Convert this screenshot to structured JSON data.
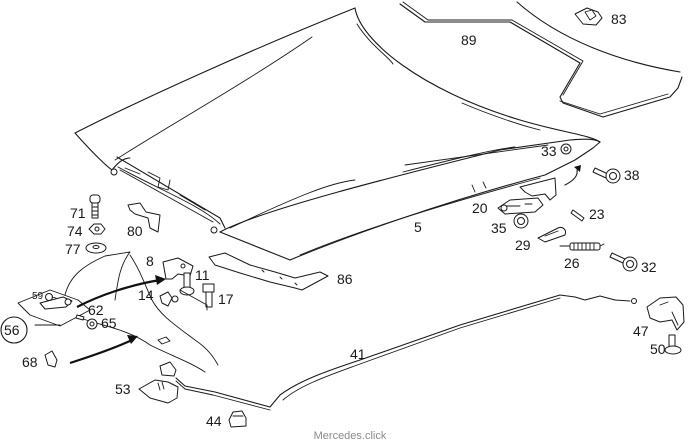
{
  "diagram": {
    "title": "Hood / Bonnet Assembly Exploded Parts Diagram",
    "watermark": "Mercedes.click",
    "callouts": {
      "p5": "5",
      "p8": "8",
      "p11": "11",
      "p14": "14",
      "p17": "17",
      "p20": "20",
      "p23": "23",
      "p26": "26",
      "p29": "29",
      "p32": "32",
      "p33": "33",
      "p35": "35",
      "p38": "38",
      "p41": "41",
      "p44": "44",
      "p47": "47",
      "p50": "50",
      "p53": "53",
      "p56": "56",
      "p59": "59",
      "p62": "62",
      "p65": "65",
      "p68": "68",
      "p71": "71",
      "p74": "74",
      "p77": "77",
      "p80": "80",
      "p83": "83",
      "p86": "86",
      "p89": "89"
    },
    "parts": [
      {
        "ref": "5",
        "name": "hood-panel"
      },
      {
        "ref": "8",
        "name": "hinge-bracket"
      },
      {
        "ref": "11",
        "name": "bolt-with-washer"
      },
      {
        "ref": "14",
        "name": "clip"
      },
      {
        "ref": "17",
        "name": "bolt"
      },
      {
        "ref": "20",
        "name": "hinge-lever"
      },
      {
        "ref": "23",
        "name": "pin"
      },
      {
        "ref": "26",
        "name": "spring"
      },
      {
        "ref": "29",
        "name": "link-plate"
      },
      {
        "ref": "32",
        "name": "bolt"
      },
      {
        "ref": "33",
        "name": "bump-stop"
      },
      {
        "ref": "35",
        "name": "nut"
      },
      {
        "ref": "38",
        "name": "bolt"
      },
      {
        "ref": "41",
        "name": "release-cable"
      },
      {
        "ref": "44",
        "name": "cable-clip"
      },
      {
        "ref": "47",
        "name": "hood-latch"
      },
      {
        "ref": "50",
        "name": "screw"
      },
      {
        "ref": "53",
        "name": "release-handle"
      },
      {
        "ref": "56",
        "name": "hinge-assembly"
      },
      {
        "ref": "59",
        "name": "screw"
      },
      {
        "ref": "62",
        "name": "pin"
      },
      {
        "ref": "65",
        "name": "nut"
      },
      {
        "ref": "68",
        "name": "clip"
      },
      {
        "ref": "71",
        "name": "bolt"
      },
      {
        "ref": "74",
        "name": "nut"
      },
      {
        "ref": "77",
        "name": "washer"
      },
      {
        "ref": "80",
        "name": "retainer"
      },
      {
        "ref": "83",
        "name": "clip"
      },
      {
        "ref": "86",
        "name": "reinforcement-bracket"
      },
      {
        "ref": "89",
        "name": "insulation-mat"
      }
    ]
  }
}
